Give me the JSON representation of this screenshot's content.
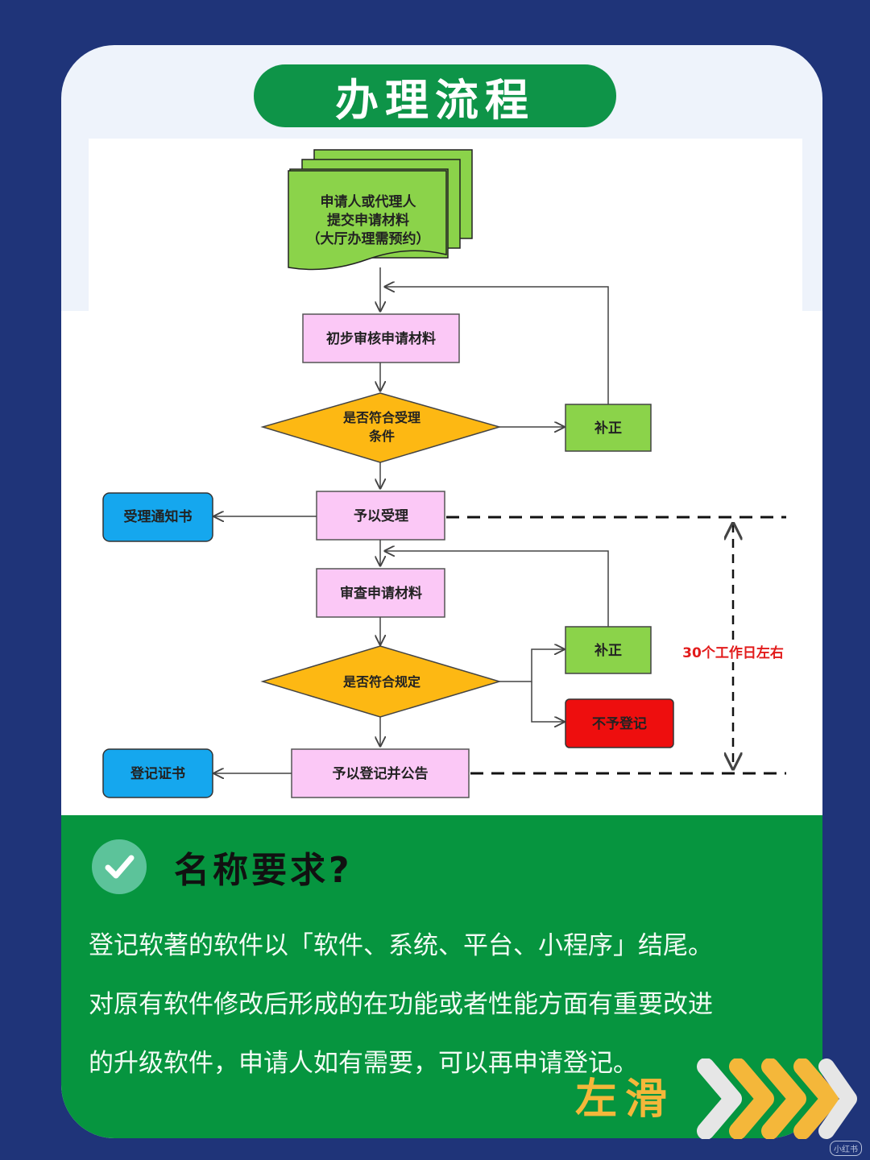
{
  "header": {
    "title": "办理流程"
  },
  "flow": {
    "submit": [
      "申请人或代理人",
      "提交申请材料",
      "（大厅办理需预约）"
    ],
    "review1": "初步审核申请材料",
    "decision1": [
      "是否符合受理",
      "条件"
    ],
    "correct1": "补正",
    "accept": "予以受理",
    "notice": "受理通知书",
    "review2": "审查申请材料",
    "decision2": "是否符合规定",
    "correct2": "补正",
    "reject": "不予登记",
    "register": "予以登记并公告",
    "certificate": "登记证书",
    "duration": "30个工作日左右"
  },
  "section": {
    "title": "名称要求?",
    "lines": [
      "登记软著的软件以「软件、系统、平台、小程序」结尾。",
      "对原有软件修改后形成的在功能或者性能方面有重要改进",
      "的升级软件，申请人如有需要，可以再申请登记。"
    ],
    "swipe": "左滑"
  },
  "colors": {
    "background": "#1f3479",
    "green": "#06953f",
    "pink": "#fbc8f6",
    "lightgreen": "#8bd34a",
    "diamond": "#fdb813",
    "blue": "#15a7ee",
    "red": "#ee0e0e",
    "accent": "#f4b73a"
  },
  "watermark": "小红书"
}
